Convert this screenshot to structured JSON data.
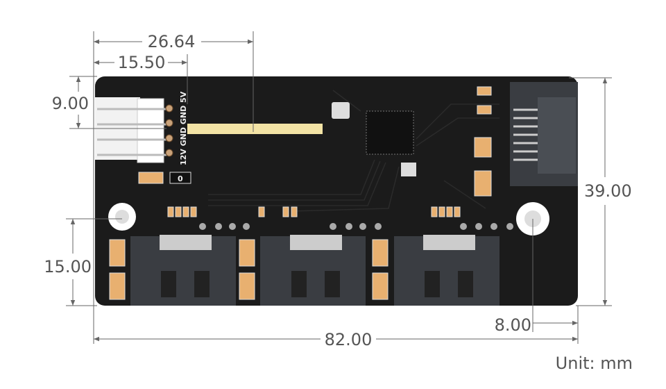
{
  "dimensions": {
    "top_width_long": "26.64",
    "top_width_short": "15.50",
    "left_header_offset": "9.00",
    "board_height": "39.00",
    "hole_height": "15.00",
    "hole_offset_right": "8.00",
    "board_width": "82.00"
  },
  "unit_label": "Unit: mm",
  "board": {
    "silkscreen_pins": "12V GND GND 5V",
    "jumper_label": "0",
    "colors": {
      "pcb": "#1b1b1b",
      "dimension_line": "#666666",
      "connector": "#3a3d42"
    }
  }
}
